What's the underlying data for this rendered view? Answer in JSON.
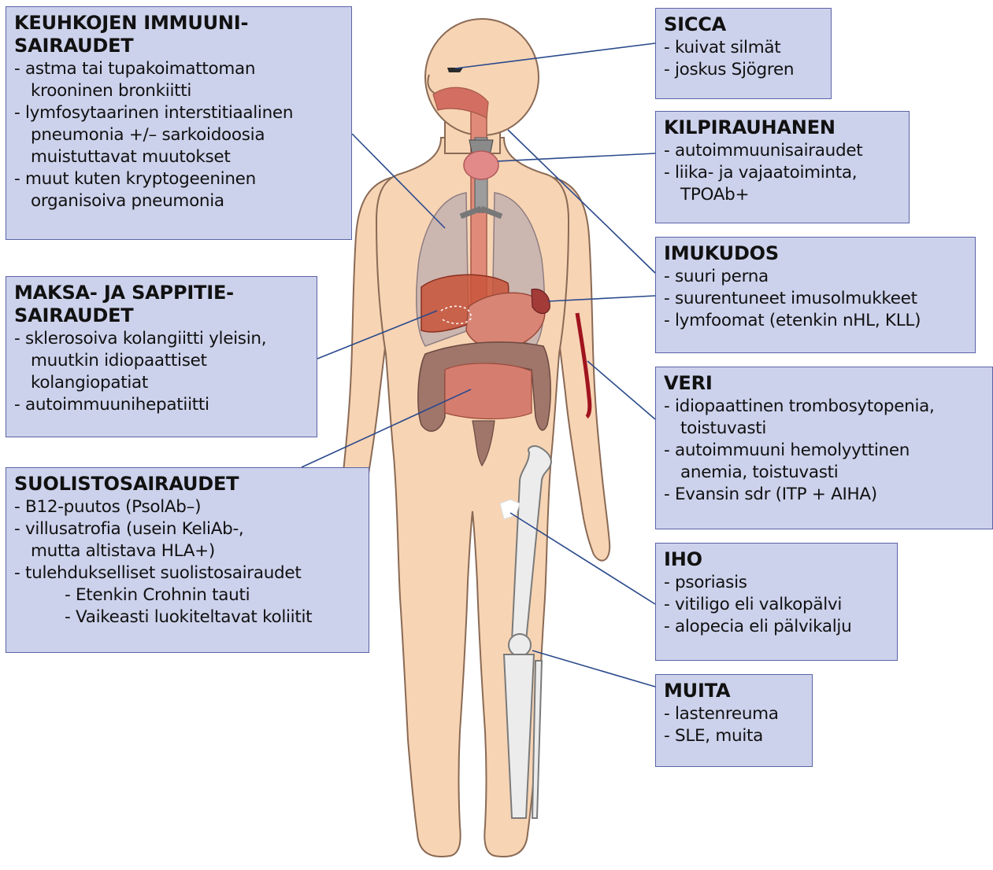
{
  "boxes": {
    "keuhkot": {
      "title": [
        "KEUHKOJEN IMMUUNI-",
        "SAIRAUDET"
      ],
      "lines": [
        {
          "text": "- astma tai tupakoimattoman",
          "indent": "item"
        },
        {
          "text": "krooninen bronkiitti",
          "indent": "cont"
        },
        {
          "text": "- lymfosytaarinen interstitiaalinen",
          "indent": "item"
        },
        {
          "text": "pneumonia +/– sarkoidoosia",
          "indent": "cont"
        },
        {
          "text": "muistuttavat muutokset",
          "indent": "cont"
        },
        {
          "text": "- muut kuten kryptogeeninen",
          "indent": "item"
        },
        {
          "text": "organisoiva pneumonia",
          "indent": "cont"
        }
      ]
    },
    "maksa": {
      "title": [
        "MAKSA- JA SAPPITIE-",
        "SAIRAUDET"
      ],
      "lines": [
        {
          "text": "- sklerosoiva kolangiitti yleisin,",
          "indent": "item"
        },
        {
          "text": "muutkin idiopaattiset",
          "indent": "cont"
        },
        {
          "text": "kolangiopatiat",
          "indent": "cont"
        },
        {
          "text": "- autoimmuunihepatiitti",
          "indent": "item"
        }
      ]
    },
    "suolisto": {
      "title": [
        "SUOLISTOSAIRAUDET"
      ],
      "lines": [
        {
          "text": "- B12-puutos (PsolAb–)",
          "indent": "item"
        },
        {
          "text": "- villusatrofia (usein KeliAb-,",
          "indent": "item"
        },
        {
          "text": "mutta altistava HLA+)",
          "indent": "cont"
        },
        {
          "text": "- tulehdukselliset suolistosairaudet",
          "indent": "item"
        },
        {
          "text": "- Etenkin Crohnin tauti",
          "indent": "sub"
        },
        {
          "text": "- Vaikeasti luokiteltavat koliitit",
          "indent": "sub"
        }
      ]
    },
    "sicca": {
      "title": [
        "SICCA"
      ],
      "lines": [
        {
          "text": "- kuivat silmät",
          "indent": "item"
        },
        {
          "text": "- joskus Sjögren",
          "indent": "item"
        }
      ]
    },
    "kilpi": {
      "title": [
        "KILPIRAUHANEN"
      ],
      "lines": [
        {
          "text": "- autoimmuunisairaudet",
          "indent": "item"
        },
        {
          "text": "- liika- ja vajaatoiminta,",
          "indent": "item"
        },
        {
          "text": "TPOAb+",
          "indent": "cont"
        }
      ]
    },
    "imukudos": {
      "title": [
        "IMUKUDOS"
      ],
      "lines": [
        {
          "text": "- suuri perna",
          "indent": "item"
        },
        {
          "text": "- suurentuneet imusolmukkeet",
          "indent": "item"
        },
        {
          "text": "- lymfoomat (etenkin nHL, KLL)",
          "indent": "item"
        }
      ]
    },
    "veri": {
      "title": [
        "VERI"
      ],
      "lines": [
        {
          "text": "- idiopaattinen trombosytopenia,",
          "indent": "item"
        },
        {
          "text": "toistuvasti",
          "indent": "cont"
        },
        {
          "text": "- autoimmuuni hemolyyttinen",
          "indent": "item"
        },
        {
          "text": "anemia, toistuvasti",
          "indent": "cont"
        },
        {
          "text": "- Evansin sdr (ITP + AIHA)",
          "indent": "item"
        }
      ]
    },
    "iho": {
      "title": [
        "IHO"
      ],
      "lines": [
        {
          "text": "- psoriasis",
          "indent": "item"
        },
        {
          "text": "- vitiligo eli valkopälvi",
          "indent": "item"
        },
        {
          "text": "- alopecia eli pälvikalju",
          "indent": "item"
        }
      ]
    },
    "muita": {
      "title": [
        "MUITA"
      ],
      "lines": [
        {
          "text": "- lastenreuma",
          "indent": "item"
        },
        {
          "text": "- SLE, muita",
          "indent": "item"
        }
      ]
    }
  },
  "colors": {
    "box_fill": "#cdd2ec",
    "box_border": "#5a64a6",
    "leader_line": "#2b4a8c",
    "skin": "#f7d4b4",
    "skin_outline": "#8a6a55"
  }
}
